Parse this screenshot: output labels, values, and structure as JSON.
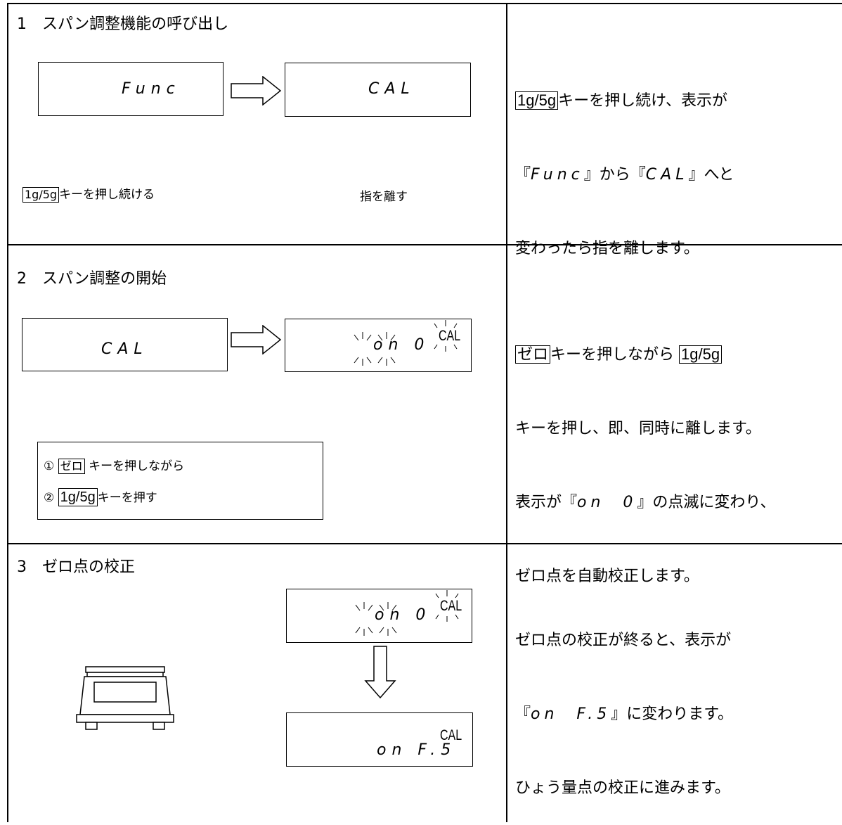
{
  "sections": [
    {
      "title": "1　スパン調整機能の呼び出し",
      "lcd_left": "Func",
      "lcd_right": "CAL",
      "caption_left_key": "1g/5g",
      "caption_left": "キーを押し続ける",
      "caption_right": "指を離す",
      "desc": {
        "key": "1g/5g",
        "line1": "キーを押し続け、表示が",
        "line2_a": "『",
        "line2_g1": "Func",
        "line2_b": "』から『",
        "line2_g2": "CAL",
        "line2_c": "』へと",
        "line3": "変わったら指を離します。"
      }
    },
    {
      "title": "2　スパン調整の開始",
      "lcd_left": "CAL",
      "lcd_right": "on 0",
      "lcd_right_cal": "CAL",
      "box_line1_num": "①",
      "box_line1_key": "ゼロ",
      "box_line1": "キーを押しながら",
      "box_line2_num": "②",
      "box_line2_key": "1g/5g",
      "box_line2": "キーを押す",
      "desc": {
        "key1": "ゼロ",
        "line1": "キーを押しながら",
        "key2": "1g/5g",
        "line2": "キーを押し、即、同時に離します。",
        "line3_a": "表示が『",
        "line3_g": "on  0",
        "line3_b": "』の点滅に変わり、",
        "line4": "ゼロ点を自動校正します。"
      }
    },
    {
      "title": "3　ゼロ点の校正",
      "lcd_top": "on 0",
      "lcd_top_cal": "CAL",
      "lcd_bottom": "on F.5",
      "lcd_bottom_cal": "CAL",
      "desc": {
        "line1": "ゼロ点の校正が終ると、表示が",
        "line2_a": "『",
        "line2_g": "on  F.5",
        "line2_b": "』に変わります。",
        "line3": "ひょう量点の校正に進みます。"
      }
    }
  ]
}
